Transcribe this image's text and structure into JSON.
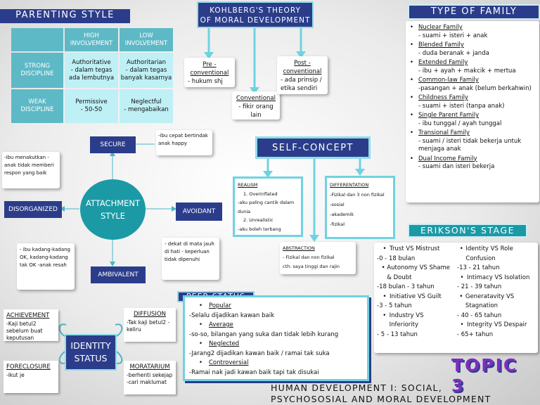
{
  "parenting": {
    "title": "PARENTING STYLE",
    "col_high": "HIGH INVOLVEMENT",
    "col_low": "LOW INVOLVEMENT",
    "row_strong": "STRONG DISCIPLINE",
    "row_weak": "WEAK DISCIPLINE",
    "cell_auth_name": "Authoritative",
    "cell_auth_desc": "- dalam tegas ada lembutnya",
    "cell_authn_name": "Authoritarian",
    "cell_authn_desc": "- dalam tegas banyak kasarnya",
    "cell_perm_name": "Permissive",
    "cell_perm_desc": "- 50-50",
    "cell_negl_name": "Neglectful",
    "cell_negl_desc": "- mengabaikan"
  },
  "kohlberg": {
    "title_line1": "KOHLBERG'S THEORY",
    "title_line2": "OF MORAL DEVELOPMENT",
    "pre_label": "Pre - conventional",
    "pre_desc": "- hukum shj",
    "conv_label": "Conventional",
    "conv_desc": "- fikir orang lain",
    "post_label": "Post - conventional",
    "post_desc": "- ada prinsip / etika sendiri"
  },
  "family": {
    "title": "TYPE OF FAMILY",
    "items": [
      {
        "name": "Nuclear Family",
        "desc": "- suami + isteri + anak"
      },
      {
        "name": "Blended Family",
        "desc": "- duda beranak + janda"
      },
      {
        "name": "Extended Family",
        "desc": "- ibu + ayah + makcik + mertua"
      },
      {
        "name": "Common-law Family",
        "desc": "-pasangan + anak (belum berkahwin)"
      },
      {
        "name": "Childness Family",
        "desc": "- suami + isteri (tanpa anak)"
      },
      {
        "name": "Single Parent Family",
        "desc": "- ibu tunggal / ayah tunggal"
      },
      {
        "name": "Transional Family",
        "desc": "- suami / isteri tidak bekerja untuk menjaga anak"
      },
      {
        "name": "Dual Income Family",
        "desc": "- suami dan isteri bekerja"
      }
    ]
  },
  "attachment": {
    "center": "ATTACHMENT STYLE",
    "secure": "SECURE",
    "secure_desc": "-ibu cepat bertindak anak happy",
    "avoidant": "AVOIDANT",
    "avoidant_desc": "- dekat di mata jauh di hati - keperluan tidak dipenuhi",
    "ambivalent": "AMBIVALENT",
    "ambivalent_desc": "- ibu kadang-kadang OK, kadang-kadang tak OK -anak resah",
    "disorganized": "DISORGANIZED",
    "disorganized_desc": "-ibu menakutkan -anak tidak memberi respon yang baik"
  },
  "self_concept": {
    "title": "SELF-CONCEPT",
    "realism_title": "REALISM",
    "realism_1": "1. Overinflated",
    "realism_1_desc": "-aku paling cantik dalam dunia",
    "realism_2": "2. Unrealistic",
    "realism_2_desc": "-aku boleh terbang",
    "diff_title": "DIFFERENTATION",
    "diff_desc1": "-Fizikal dan 3 non fizikal",
    "diff_desc2": "-sosial",
    "diff_desc3": "-akademik",
    "diff_desc4": "-fizikal",
    "abs_title": "ABSTRACTION",
    "abs_desc1": "- Fizikal dan non fizikal",
    "abs_desc2": "cth: saya tinggi dan rajin"
  },
  "erikson": {
    "title": "ERIKSON'S STAGE",
    "left": [
      {
        "stage": "Trust VS Mistrust",
        "age": "-0 - 18 bulan"
      },
      {
        "stage": "Autonomy VS Shame & Doubt",
        "age": "-18 bulan - 3 tahun"
      },
      {
        "stage": "Initiative VS Guilt",
        "age": "-3 - 5 tahun"
      },
      {
        "stage": "Industry VS Inferiority",
        "age": "- 5 - 13 tahun"
      }
    ],
    "right": [
      {
        "stage": "Identity VS Role Confusion",
        "age": "-13 - 21 tahun"
      },
      {
        "stage": "Intimacy VS Isolation",
        "age": "- 21 - 39 tahun"
      },
      {
        "stage": "Generatavity VS Stagnation",
        "age": "- 40 - 65 tahun"
      },
      {
        "stage": "Integrity VS Despair",
        "age": "- 65+ tahun"
      }
    ]
  },
  "peer": {
    "title": "PEER STATUS",
    "items": [
      {
        "name": "Popular",
        "desc": "-Selalu dijadikan kawan baik"
      },
      {
        "name": "Average",
        "desc": "-so-so, bilangan yang suka dan tidak lebih kurang"
      },
      {
        "name": "Neglected",
        "desc": "-Jarang2 dijadikan kawan baik / ramai tak suka"
      },
      {
        "name": "Controversial",
        "desc": "-Ramai nak jadi kawan baik tapi tak disukai"
      }
    ]
  },
  "identity": {
    "center": "IDENTITY STATUS",
    "achievement": "ACHIEVEMENT",
    "achievement_desc": "-Kaji betul2 sebelum buat keputusan",
    "diffusion": "DIFFUSION",
    "diffusion_desc": "-Tak kaji betul2 -keliru",
    "foreclosure": "FORECLOSURE",
    "foreclosure_desc": "-ikut je",
    "moratarium": "MORATARIUM",
    "moratarium_desc": "-berhenti sekejap -cari maklumat"
  },
  "topic": "TOPIC 3",
  "footer_line1": "HUMAN DEVELOPMENT I: SOCIAL,",
  "footer_line2": "PSYCHOSOSIAL AND MORAL DEVELOPMENT",
  "colors": {
    "navy": "#2b3d8a",
    "teal": "#1b9aa6",
    "cyan": "#5fd6e2",
    "topic": "#7b2fbe"
  }
}
